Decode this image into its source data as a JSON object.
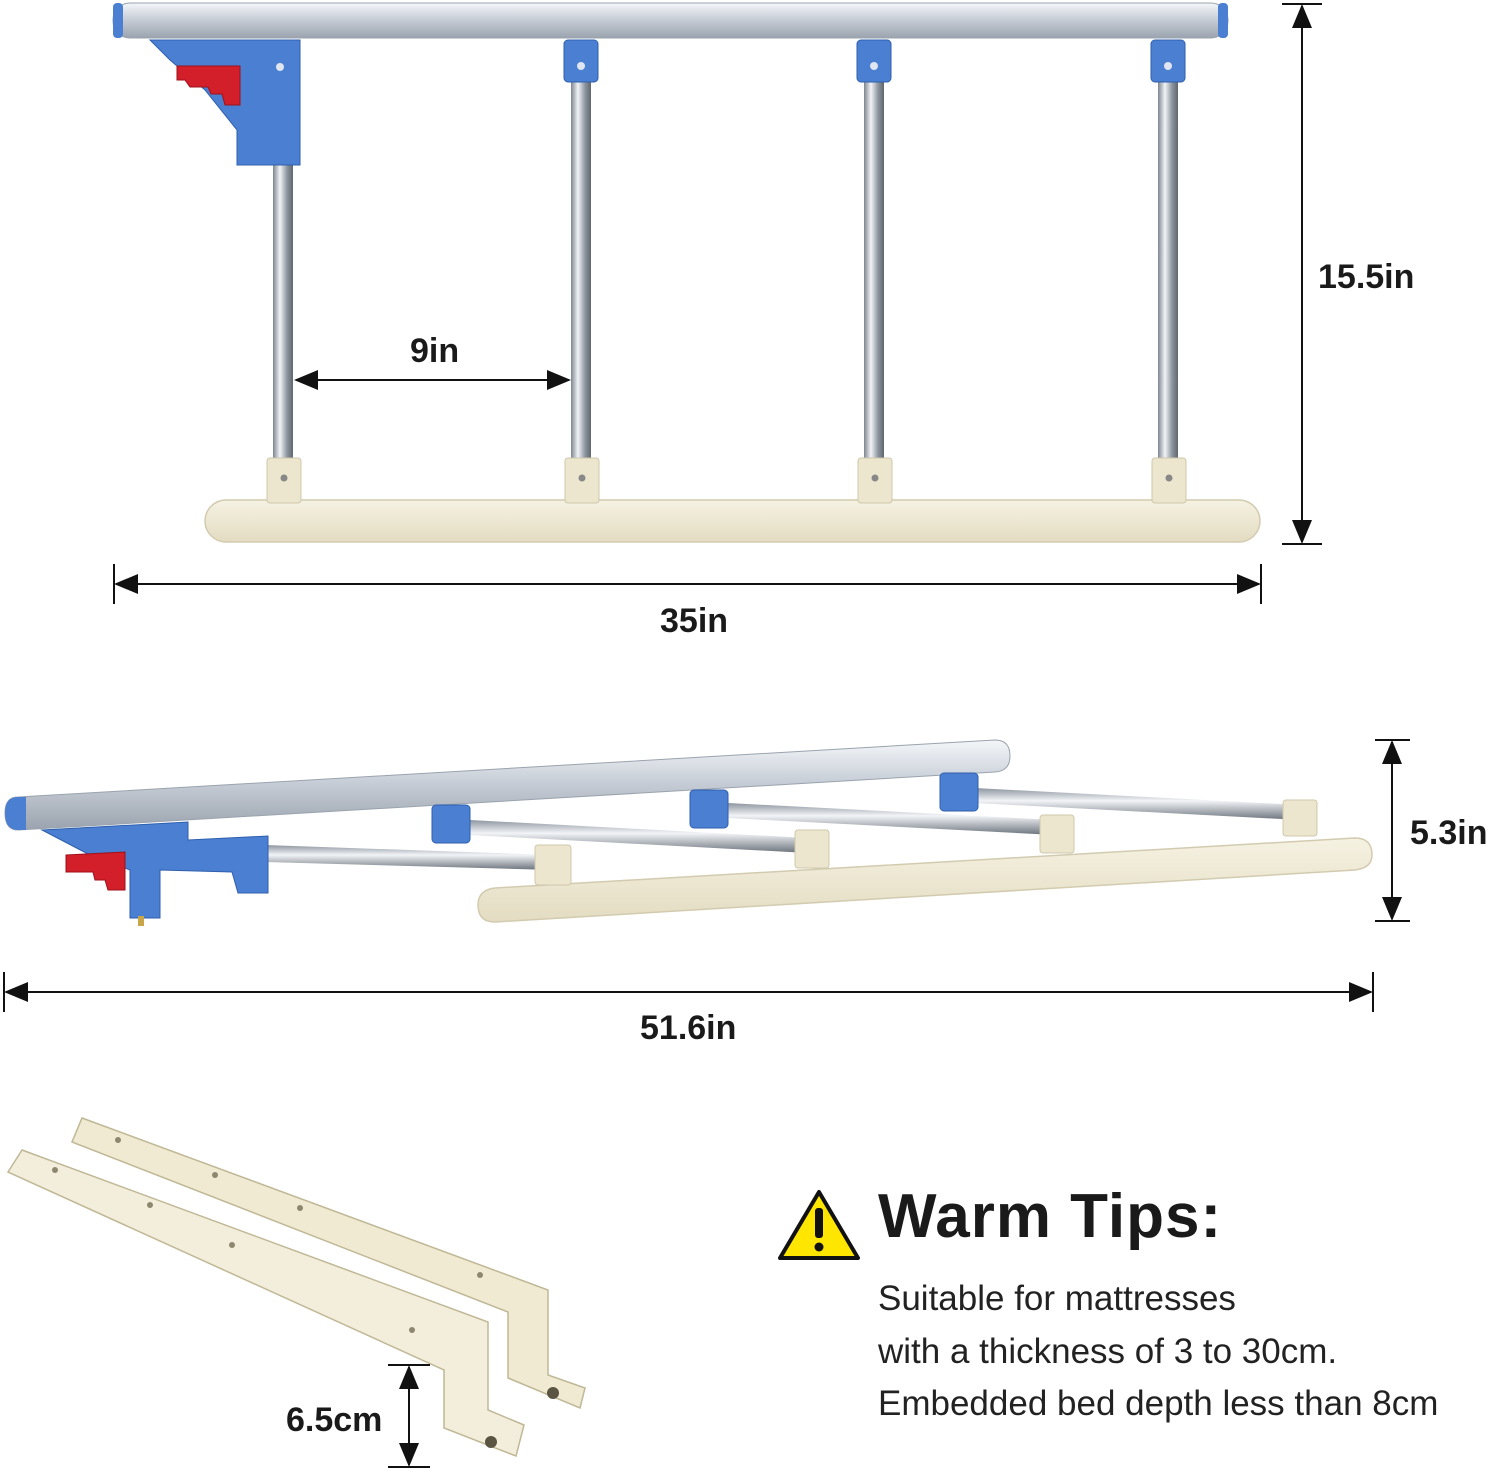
{
  "dimensions": {
    "spacing": "9in",
    "height": "15.5in",
    "width": "35in",
    "folded_height": "5.3in",
    "folded_length": "51.6in",
    "bracket_offset": "6.5cm"
  },
  "tips": {
    "title": "Warm Tips:",
    "lines": [
      "Suitable for mattresses",
      "with a thickness of 3 to 30cm.",
      "Embedded bed depth less than 8cm"
    ]
  },
  "colors": {
    "rail_silver": "#d8dde4",
    "bracket_blue": "#4a7fd1",
    "lever_red": "#d21f2a",
    "base_cream": "#efe9d3",
    "warning_yellow": "#ffe600"
  }
}
